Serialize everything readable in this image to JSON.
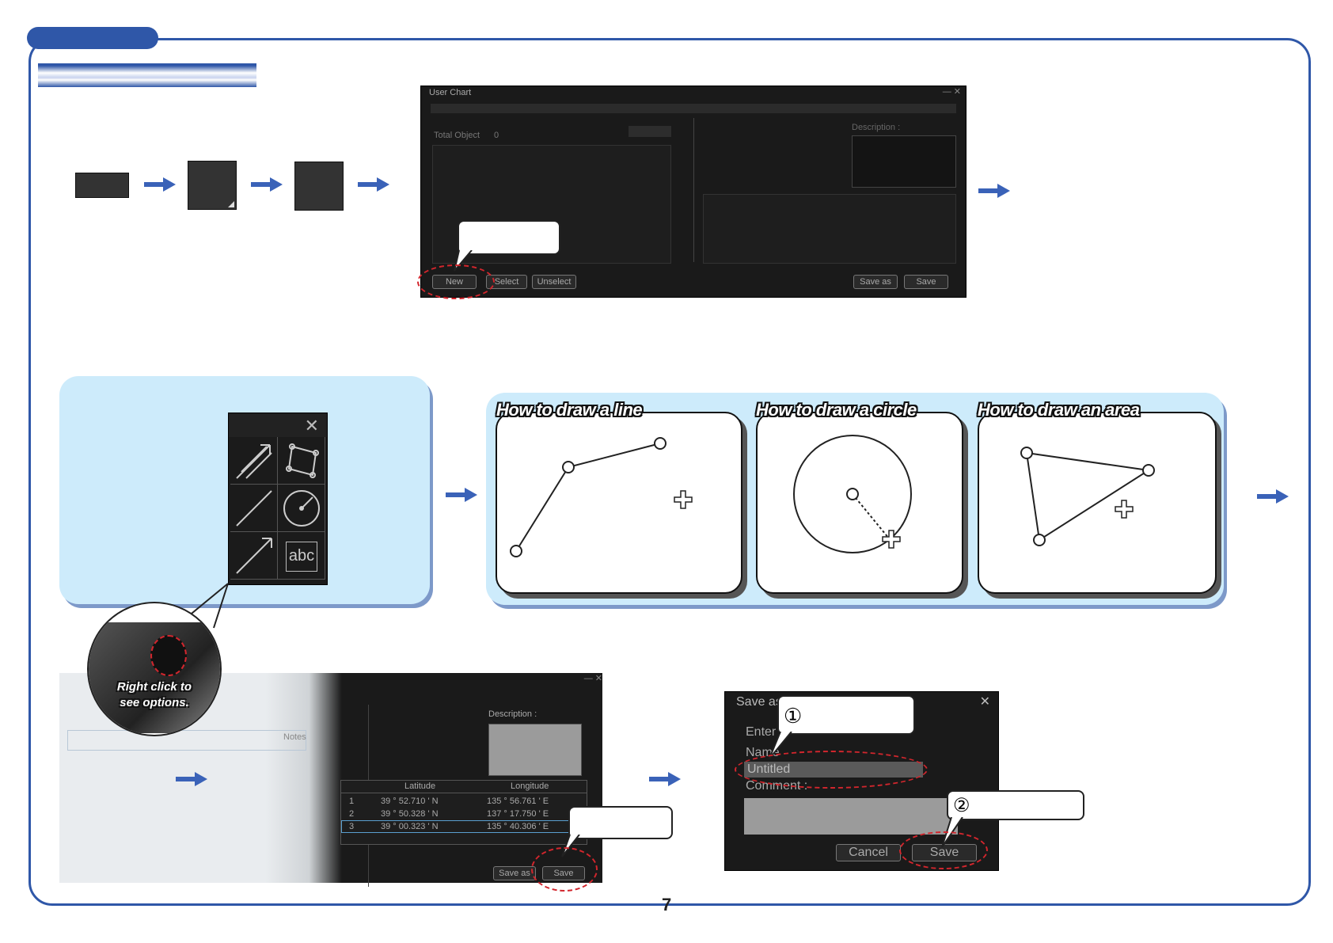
{
  "page": {
    "number": "7"
  },
  "user_chart_window": {
    "title": "User Chart",
    "total_object_label": "Total Object",
    "total_object_value": "0",
    "description_label": "Description :",
    "buttons": {
      "new": "New",
      "select": "Select",
      "unselect": "Unselect",
      "save_as": "Save as",
      "save": "Save"
    }
  },
  "draw_guides": {
    "line": "How to draw a line",
    "circle": "How to draw a circle",
    "area": "How to draw an area"
  },
  "toolbox": {
    "text_tool": "abc"
  },
  "trackball_caption": "Right click to\nsee options.",
  "object_window": {
    "description_label": "Description :",
    "notes_header": "Notes",
    "col_latitude": "Latitude",
    "col_longitude": "Longitude",
    "rows": [
      {
        "no": "1",
        "lat": "39 ° 52.710 ' N",
        "lon": "135 ° 56.761 ' E"
      },
      {
        "no": "2",
        "lat": "39 ° 50.328 ' N",
        "lon": "137 ° 17.750 ' E"
      },
      {
        "no": "3",
        "lat": "39 ° 00.323 ' N",
        "lon": "135 ° 40.306 ' E"
      }
    ],
    "buttons": {
      "save_as": "Save as",
      "save": "Save"
    }
  },
  "save_as_dialog": {
    "title": "Save as",
    "enter_label": "Enter",
    "name_label": "Name",
    "name_value": "Untitled",
    "comment_label": "Comment :",
    "cancel": "Cancel",
    "save": "Save",
    "step1": "①",
    "step2": "②"
  },
  "colors": {
    "accent": "#2f57a8",
    "highlight": "#d2262d",
    "panel": "#cdebfb"
  }
}
